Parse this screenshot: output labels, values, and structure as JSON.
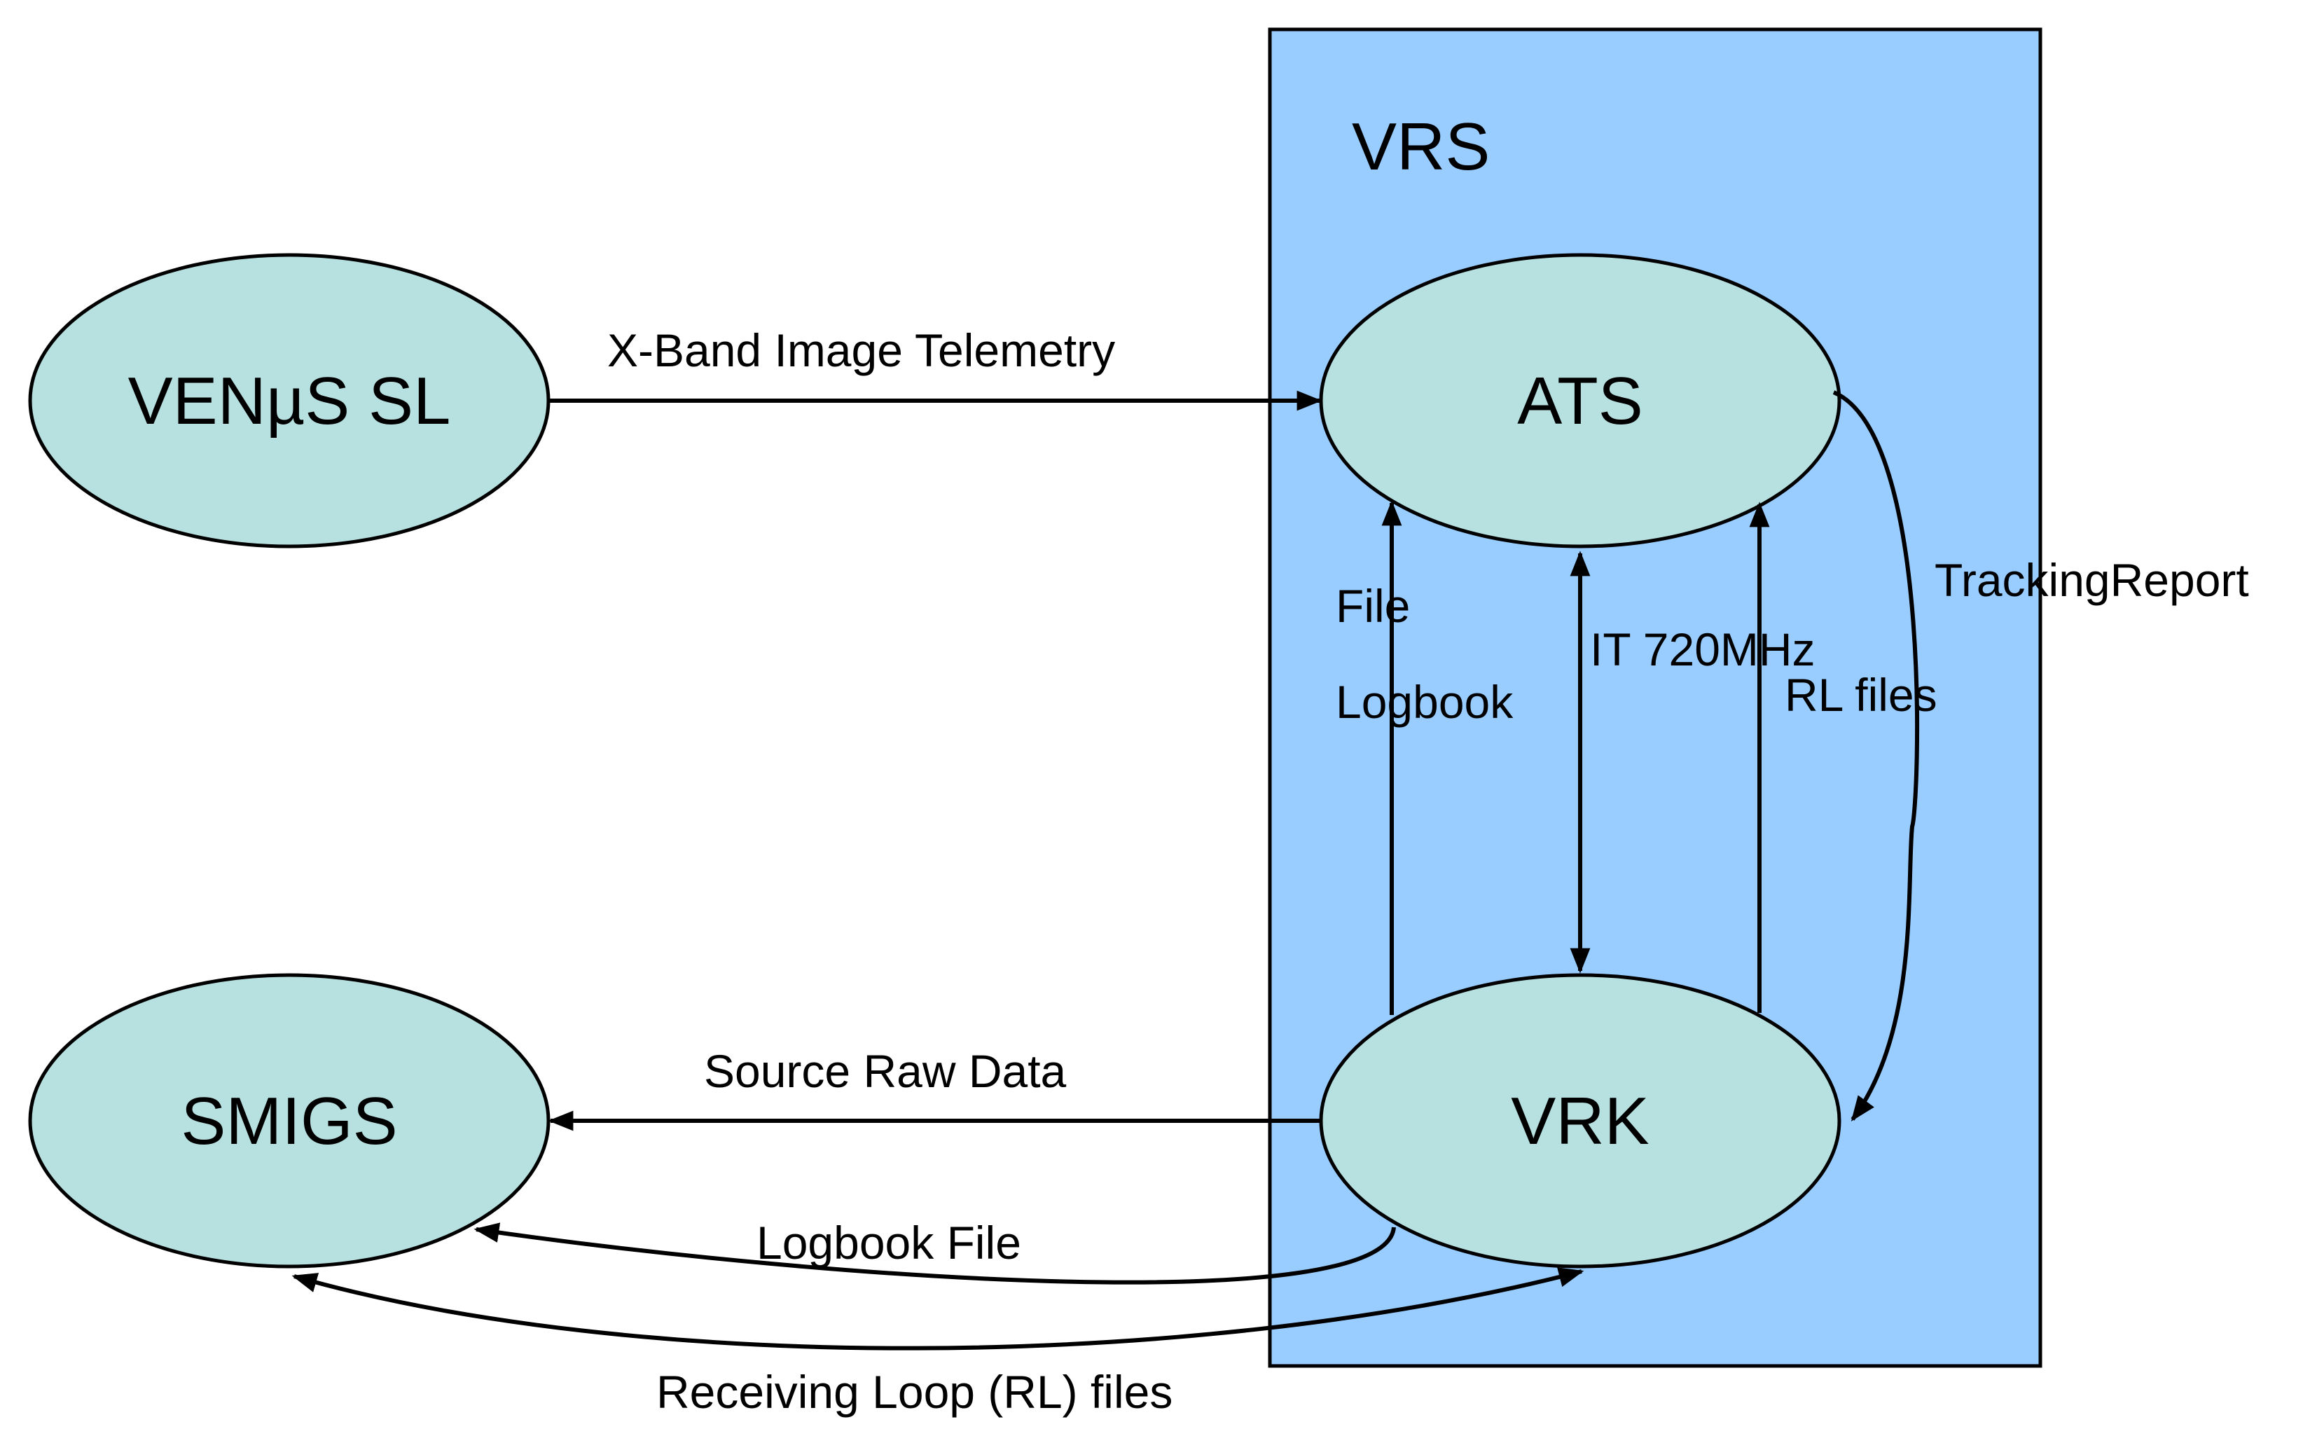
{
  "diagram": {
    "container": {
      "label": "VRS",
      "fill": "#99ccff",
      "stroke": "#000000"
    },
    "nodes": {
      "venus": {
        "label": "VENµS SL"
      },
      "smigs": {
        "label": "SMIGS"
      },
      "ats": {
        "label": "ATS"
      },
      "vrk": {
        "label": "VRK"
      },
      "node_fill": "#b7e0e0"
    },
    "edges": {
      "xband": "X-Band Image Telemetry",
      "file": "File",
      "logbook": "Logbook",
      "it720": "IT 720MHz",
      "rlfiles": "RL files",
      "tracking": "TrackingReport",
      "sourceraw": "Source Raw Data",
      "logbookfile": "Logbook File",
      "receivingloop": "Receiving Loop (RL) files"
    }
  }
}
